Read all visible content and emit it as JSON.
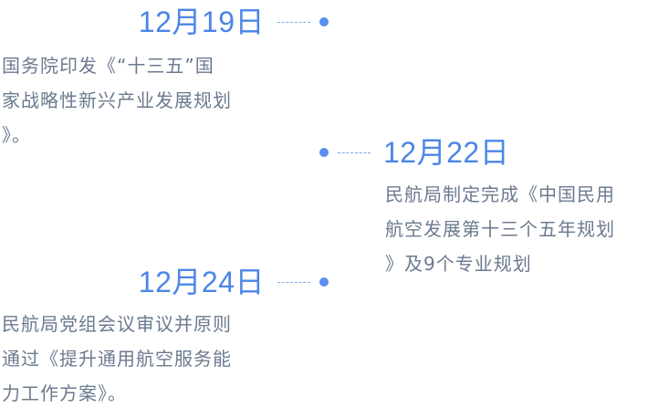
{
  "colors": {
    "accent": "#4b86e6",
    "text": "#6b7a8f",
    "dot": "#5b8ff0",
    "dash": "#7ea6ee"
  },
  "events": [
    {
      "date": "12月19日",
      "text": "国务院印发《“十三五”国\n家战略性新兴产业发展规划\n》。"
    },
    {
      "date": "12月22日",
      "text": "民航局制定完成《中国民用\n航空发展第十三个五年规划\n》及9个专业规划"
    },
    {
      "date": "12月24日",
      "text": "民航局党组会议审议并原则\n通过《提升通用航空服务能\n力工作方案》。"
    }
  ]
}
